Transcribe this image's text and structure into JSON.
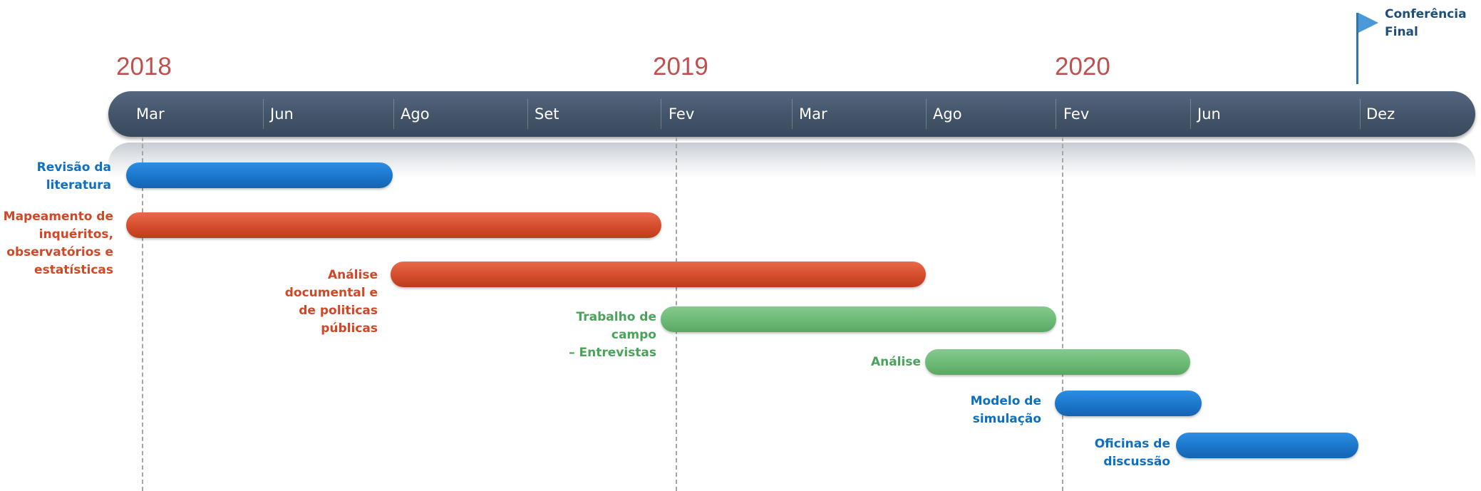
{
  "years": [
    "2018",
    "2019",
    "2020"
  ],
  "months": [
    "Mar",
    "Jun",
    "Ago",
    "Set",
    "Fev",
    "Mar",
    "Ago",
    "Fev",
    "Jun",
    "Dez"
  ],
  "milestone": {
    "line1": "Conferência",
    "line2": "Final"
  },
  "tasks": [
    {
      "lines": [
        "Revisão da",
        "literatura"
      ],
      "color": "#1a74c8"
    },
    {
      "lines": [
        "Mapeamento de",
        "inquéritos,",
        "observatórios e",
        "estatísticas"
      ],
      "color": "#d24a2a"
    },
    {
      "lines": [
        "Análise",
        "documental e",
        "de politicas",
        "públicas"
      ],
      "color": "#d24a2a"
    },
    {
      "lines": [
        "Trabalho de",
        "campo",
        "–  Entrevistas"
      ],
      "color": "#6ab872"
    },
    {
      "lines": [
        "Análise"
      ],
      "color": "#6ab872"
    },
    {
      "lines": [
        "Modelo de",
        "simulação"
      ],
      "color": "#1a74c8"
    },
    {
      "lines": [
        "Oficinas de",
        "discussão"
      ],
      "color": "#1a74c8"
    }
  ],
  "colors": {
    "band": "#435469",
    "year": "#c0504d",
    "blue": "#1a74c8",
    "red": "#d24a2a",
    "green": "#6ab872"
  }
}
